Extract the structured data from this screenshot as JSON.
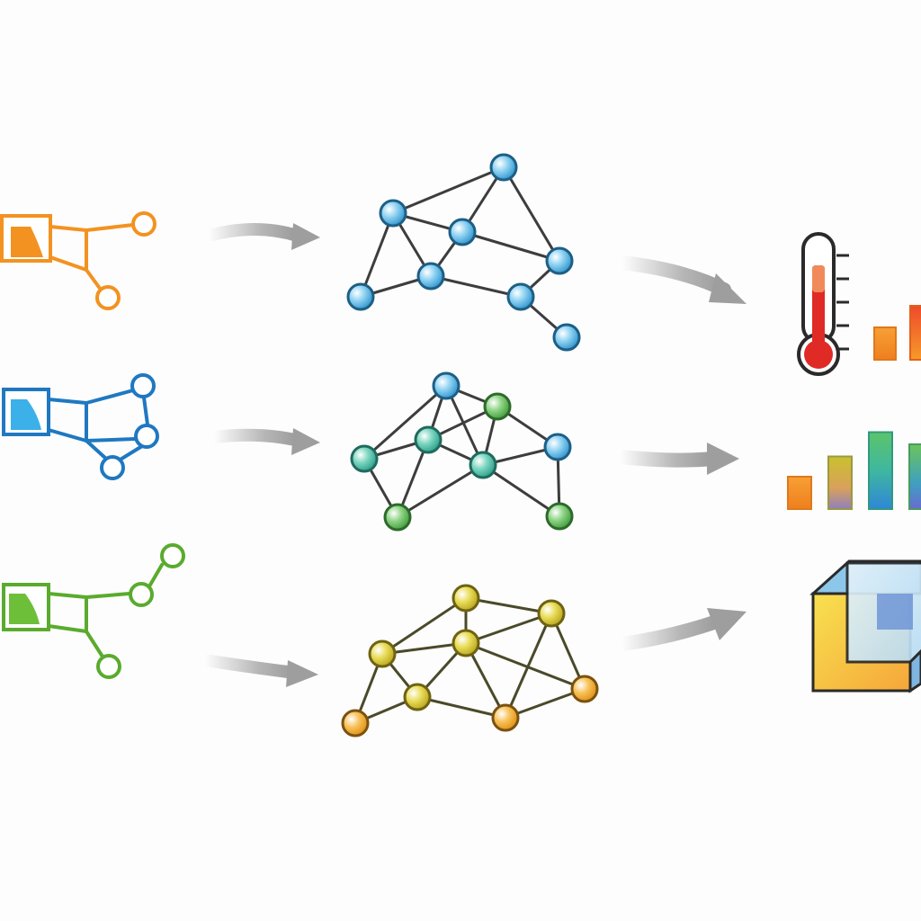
{
  "colors": {
    "background": "#fdfdfd",
    "arrow": "#a9a9a9",
    "edge_dark": "#3d3d3d",
    "row1_accent": "#f39221",
    "row2_accent": "#1f78c1",
    "row3_accent": "#5aab2d",
    "node_blue": "#4fb0e0",
    "node_teal": "#3fb38f",
    "node_green": "#56b24a",
    "node_yellow": "#d3c21f",
    "node_orange": "#f0a21f",
    "thermo_red": "#e02a26",
    "cube_yellow": "#f7d64a",
    "cube_blue": "#9ccdee"
  },
  "rows": [
    {
      "input_icon": "molecule-fragment-icon",
      "graph_node_colors": [
        "blue"
      ],
      "output_icon": "thermometer-and-bar-chart-icon"
    },
    {
      "input_icon": "molecule-fragment-icon",
      "graph_node_colors": [
        "blue",
        "teal",
        "green"
      ],
      "output_icon": "bar-chart-icon"
    },
    {
      "input_icon": "molecule-fragment-icon",
      "graph_node_colors": [
        "yellow",
        "orange"
      ],
      "output_icon": "3d-cube-icon"
    }
  ],
  "bar_chart_levels": {
    "row1": [
      0.45,
      0.75
    ],
    "row2": [
      0.4,
      0.65,
      0.95,
      0.8
    ]
  }
}
